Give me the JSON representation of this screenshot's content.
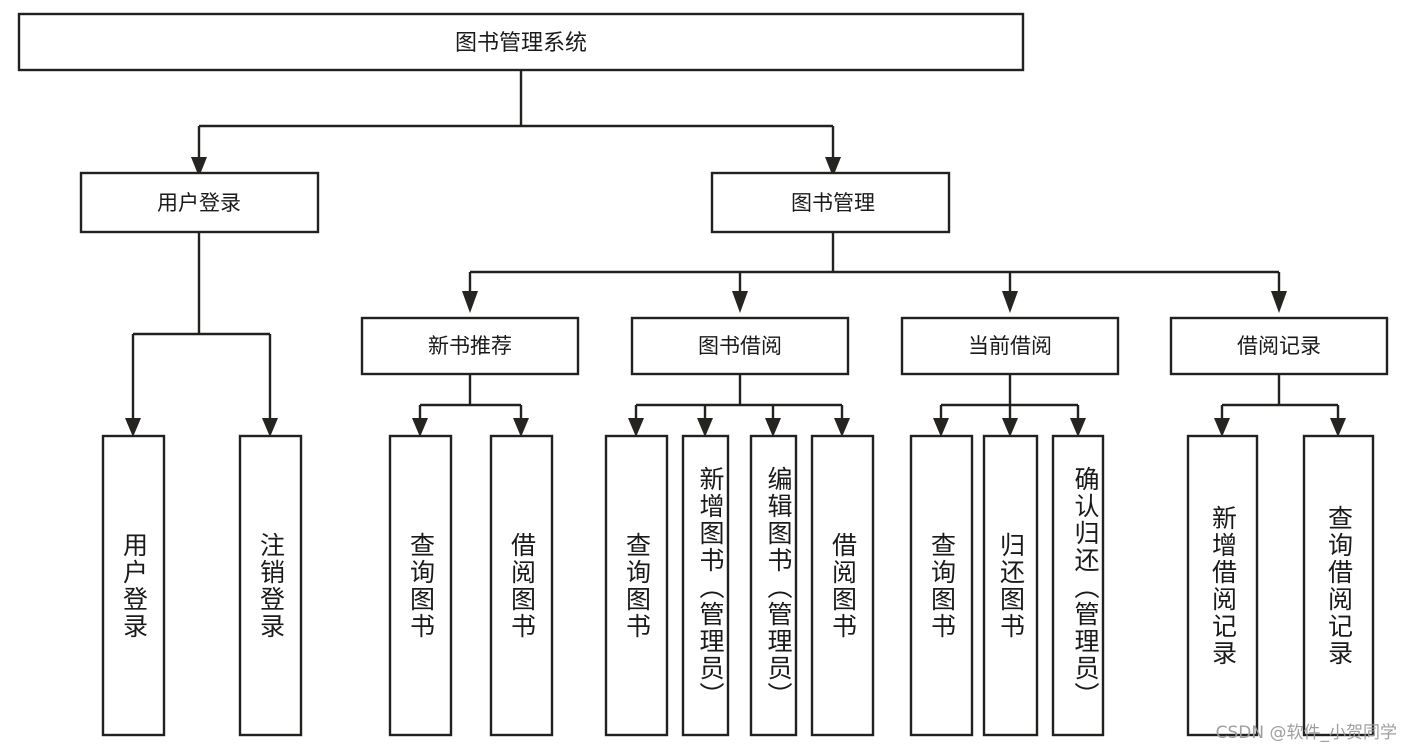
{
  "diagram": {
    "title": "图书管理系统",
    "type": "tree-hierarchy",
    "root": {
      "label": "图书管理系统"
    },
    "level2": [
      {
        "label": "用户登录"
      },
      {
        "label": "图书管理"
      }
    ],
    "level3": [
      {
        "label": "新书推荐"
      },
      {
        "label": "图书借阅"
      },
      {
        "label": "当前借阅"
      },
      {
        "label": "借阅记录"
      }
    ],
    "leaves": {
      "user_login": [
        {
          "label": "用户登录"
        },
        {
          "label": "注销登录"
        }
      ],
      "new_book_recommend": [
        {
          "label": "查询图书"
        },
        {
          "label": "借阅图书"
        }
      ],
      "book_borrow": [
        {
          "label": "查询图书"
        },
        {
          "label": "新增图书（管理员）"
        },
        {
          "label": "编辑图书（管理员）"
        },
        {
          "label": "借阅图书"
        }
      ],
      "current_borrow": [
        {
          "label": "查询图书"
        },
        {
          "label": "归还图书"
        },
        {
          "label": "确认归还（管理员）"
        }
      ],
      "borrow_record": [
        {
          "label": "新增借阅记录"
        },
        {
          "label": "查询借阅记录"
        }
      ]
    }
  },
  "watermark": {
    "text": "CSDN @软件_小贺同学"
  },
  "colors": {
    "stroke": "#23211e",
    "text": "#1a1a1a",
    "background": "#ffffff",
    "watermark": "#9a9a9a"
  }
}
